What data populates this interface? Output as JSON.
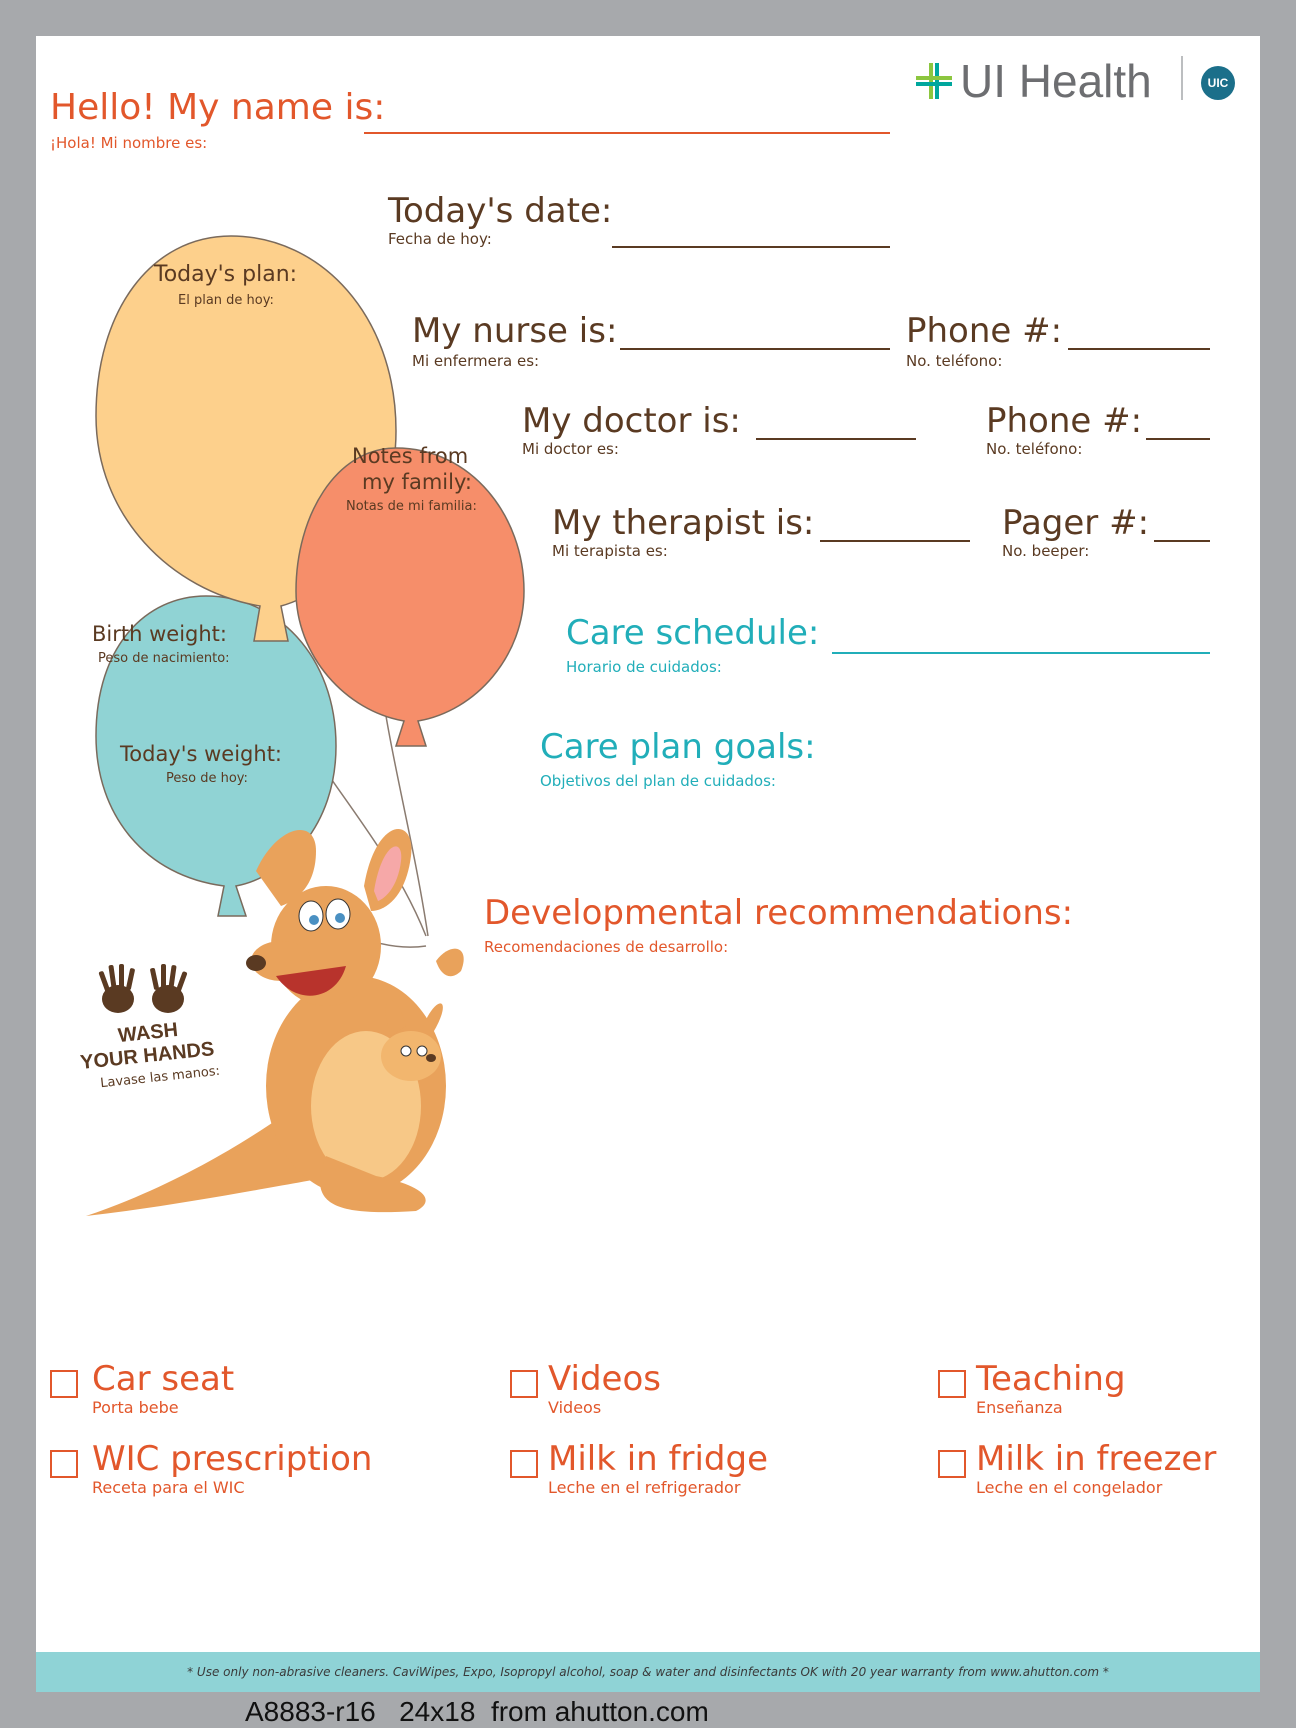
{
  "header": {
    "hello_label": "Hello! My name is:",
    "hello_sub": "¡Hola! Mi nombre es:",
    "logo_text": "UI Health",
    "logo_badge": "UIC"
  },
  "fields": {
    "date_label": "Today's date:",
    "date_sub": "Fecha de hoy:",
    "nurse_label": "My nurse is:",
    "nurse_sub": "Mi enfermera es:",
    "nurse_phone_label": "Phone #:",
    "nurse_phone_sub": "No. teléfono:",
    "doctor_label": "My doctor is:",
    "doctor_sub": "Mi doctor es:",
    "doctor_phone_label": "Phone #:",
    "doctor_phone_sub": "No. teléfono:",
    "therapist_label": "My therapist is:",
    "therapist_sub": "Mi terapista es:",
    "pager_label": "Pager #:",
    "pager_sub": "No. beeper:",
    "care_schedule_label": "Care schedule:",
    "care_schedule_sub": "Horario de cuidados:",
    "care_goals_label": "Care plan goals:",
    "care_goals_sub": "Objetivos del plan de cuidados:",
    "dev_label": "Developmental recommendations:",
    "dev_sub": "Recomendaciones de desarrollo:"
  },
  "balloons": {
    "plan_label": "Today's plan:",
    "plan_sub": "El plan de hoy:",
    "family_label_1": "Notes from",
    "family_label_2": "my family:",
    "family_sub": "Notas de mi familia:",
    "birth_label": "Birth weight:",
    "birth_sub": "Peso de nacimiento:",
    "weight_label": "Today's weight:",
    "weight_sub": "Peso de hoy:"
  },
  "wash": {
    "line1": "WASH",
    "line2": "YOUR HANDS",
    "sub": "Lavase las manos:"
  },
  "checklist": [
    {
      "label": "Car seat",
      "sub": "Porta bebe"
    },
    {
      "label": "Videos",
      "sub": "Videos"
    },
    {
      "label": "Teaching",
      "sub": "Enseñanza"
    },
    {
      "label": "WIC prescription",
      "sub": "Receta para el WIC"
    },
    {
      "label": "Milk in fridge",
      "sub": "Leche en el refrigerador"
    },
    {
      "label": "Milk in freezer",
      "sub": "Leche en el congelador"
    }
  ],
  "footer": {
    "note": "* Use only non-abrasive cleaners. CaviWipes, Expo, Isopropyl alcohol, soap & water and disinfectants OK with 20 year warranty from www.ahutton.com *",
    "product": "A8883-r16   24x18  from ahutton.com"
  },
  "colors": {
    "brown": "#5a3a22",
    "orange": "#e2572b",
    "teal": "#21aeb9",
    "balloon_yellow": "#fdd08c",
    "balloon_orange": "#f68e6a",
    "balloon_teal": "#90d3d4",
    "footer_band": "#8fd3d6"
  },
  "icons": [
    "ui-health-cross-icon",
    "handprints-icon",
    "kangaroo-illustration",
    "checkbox-icon"
  ]
}
